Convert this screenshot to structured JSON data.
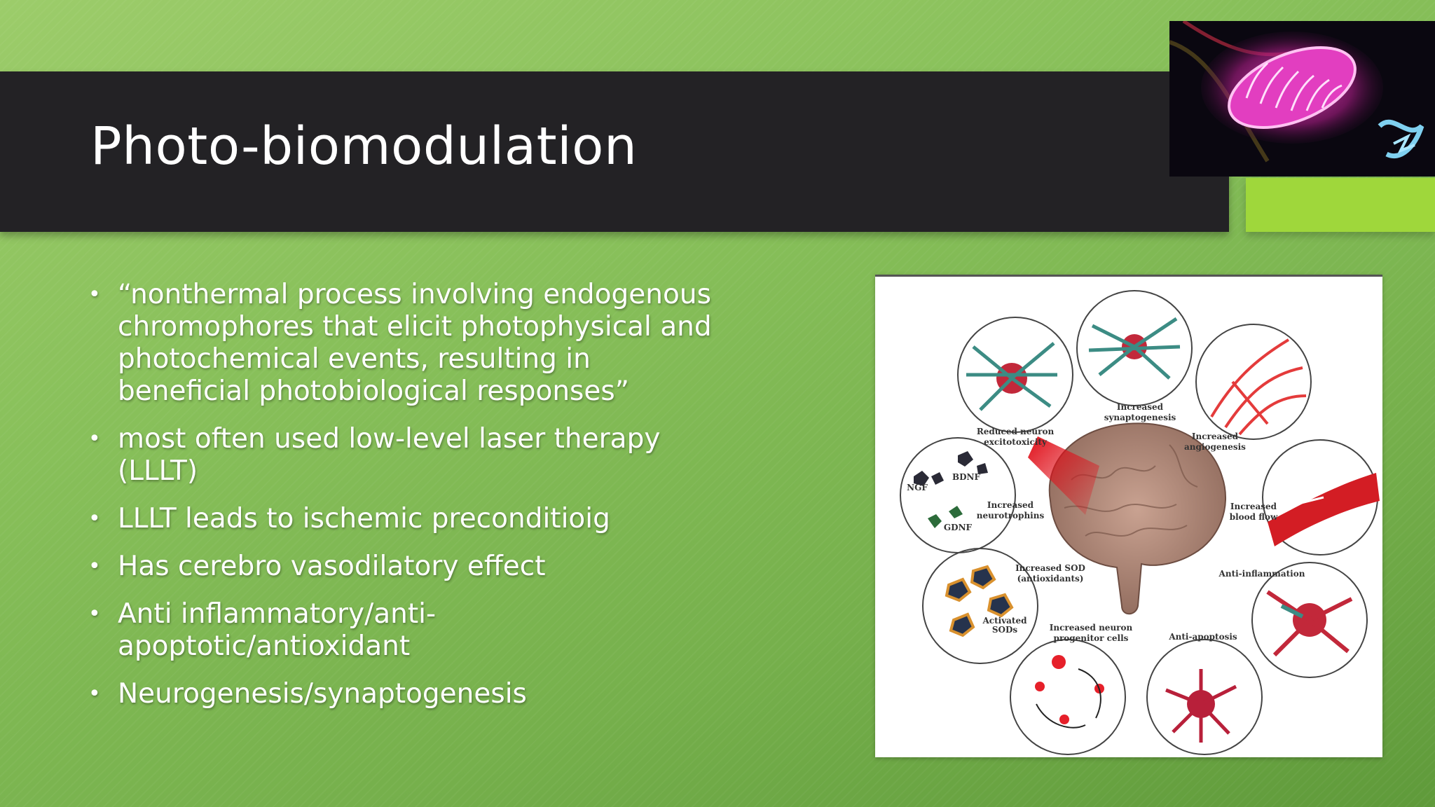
{
  "slide": {
    "title": "Photo-biomodulation",
    "bullets": [
      "“nonthermal process involving endogenous chromophores that elicit photophysical and photochemical events, resulting in beneficial photobiological responses”",
      "most often used low-level laser therapy (LLLT)",
      "LLLT leads to ischemic preconditioig",
      "Has cerebro vasodilatory effect",
      "Anti inflammatory/anti-apoptotic/antioxidant",
      "Neurogenesis/synaptogenesis"
    ]
  },
  "diagram": {
    "labels": {
      "reduced_excitotoxicity": [
        "Reduced neuron",
        "excitotoxicity"
      ],
      "synaptogenesis": [
        "Increased",
        "synaptogenesis"
      ],
      "angiogenesis": [
        "Increased",
        "angiogenesis"
      ],
      "neurotrophins": [
        "Increased",
        "neurotrophins"
      ],
      "blood_flow": [
        "Increased",
        "blood flow"
      ],
      "sod": [
        "Increased SOD",
        "(antioxidants)"
      ],
      "anti_inflammation": "Anti-inflammation",
      "progenitor": [
        "Increased neuron",
        "progenitor cells"
      ],
      "anti_apoptosis": "Anti-apoptosis",
      "ngf": "NGF",
      "bdnf": "BDNF",
      "gdnf": "GDNF",
      "activated_sods": [
        "Activated",
        "SODs"
      ]
    }
  },
  "colors": {
    "background": "#88c05a",
    "title_bar": "#232225",
    "accent_block": "#9fd73b",
    "text": "#ffffff"
  }
}
